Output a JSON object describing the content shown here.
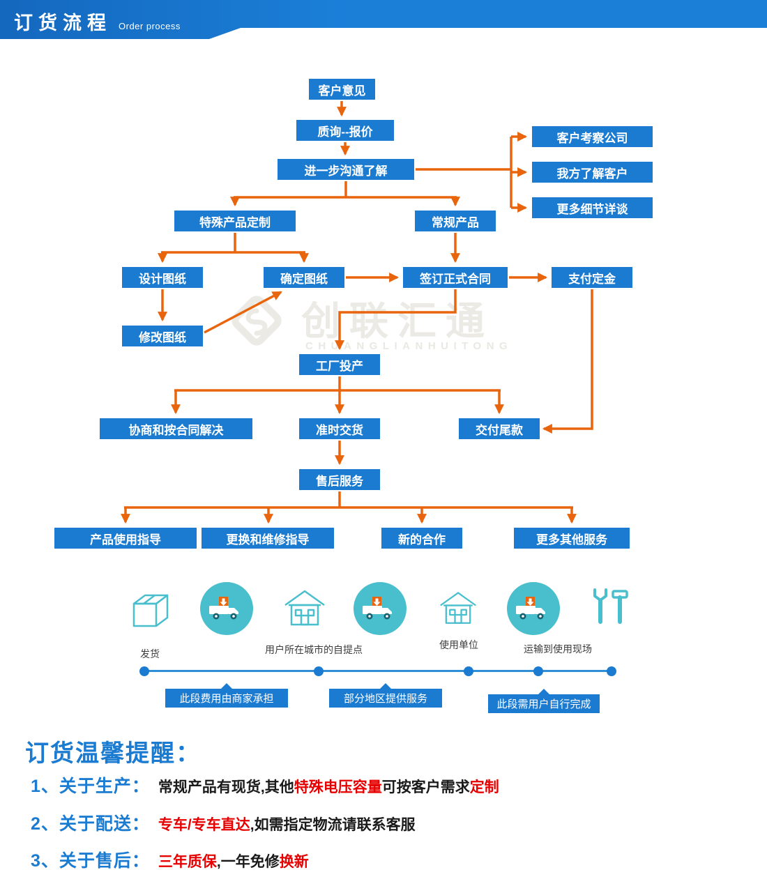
{
  "colors": {
    "primary_blue": "#1B7BD1",
    "arrow_orange": "#E8650D",
    "teal": "#49BFCE",
    "red_text": "#E60000",
    "watermark_gray": "#ECEAE5"
  },
  "header": {
    "title": "订货流程",
    "subtitle": "Order process"
  },
  "watermark": {
    "title": "创联汇通",
    "subtitle": "CHUANGLIANHUITONG"
  },
  "flow": {
    "nodes": [
      {
        "label": "客户意见"
      },
      {
        "label": "质询--报价"
      },
      {
        "label": "进一步沟通了解"
      },
      {
        "label": "客户考察公司"
      },
      {
        "label": "我方了解客户"
      },
      {
        "label": "更多细节详谈"
      },
      {
        "label": "特殊产品定制"
      },
      {
        "label": "常规产品"
      },
      {
        "label": "设计图纸"
      },
      {
        "label": "确定图纸"
      },
      {
        "label": "签订正式合同"
      },
      {
        "label": "支付定金"
      },
      {
        "label": "修改图纸"
      },
      {
        "label": "工厂投产"
      },
      {
        "label": "协商和按合同解决"
      },
      {
        "label": "准时交货"
      },
      {
        "label": "交付尾款"
      },
      {
        "label": "售后服务"
      },
      {
        "label": "产品使用指导"
      },
      {
        "label": "更换和维修指导"
      },
      {
        "label": "新的合作"
      },
      {
        "label": "更多其他服务"
      }
    ]
  },
  "logistics": {
    "icons": [
      "package-icon",
      "delivery-truck-icon",
      "house-icon",
      "delivery-truck-icon",
      "house-icon",
      "delivery-truck-icon",
      "tools-icon"
    ],
    "labels": [
      "发货",
      "用户所在城市的自提点",
      "使用单位",
      "运输到使用现场"
    ],
    "banners": [
      "此段费用由商家承担",
      "部分地区提供服务",
      "此段需用户自行完成"
    ]
  },
  "notice": {
    "title": "订货温馨提醒：",
    "items": [
      {
        "prefix": "1、关于生产：",
        "segments": [
          {
            "text": "常规产品有现货,其他",
            "color": "black"
          },
          {
            "text": "特殊电压容量",
            "color": "red"
          },
          {
            "text": "可按客户需求",
            "color": "black"
          },
          {
            "text": "定制",
            "color": "red"
          }
        ]
      },
      {
        "prefix": "2、关于配送：",
        "segments": [
          {
            "text": "专车/专车直达",
            "color": "red"
          },
          {
            "text": ",如需指定物流请联系客服",
            "color": "black"
          }
        ]
      },
      {
        "prefix": "3、关于售后：",
        "segments": [
          {
            "text": "三年质保",
            "color": "red"
          },
          {
            "text": ",一年免修",
            "color": "black"
          },
          {
            "text": "换新",
            "color": "red"
          }
        ]
      }
    ]
  }
}
